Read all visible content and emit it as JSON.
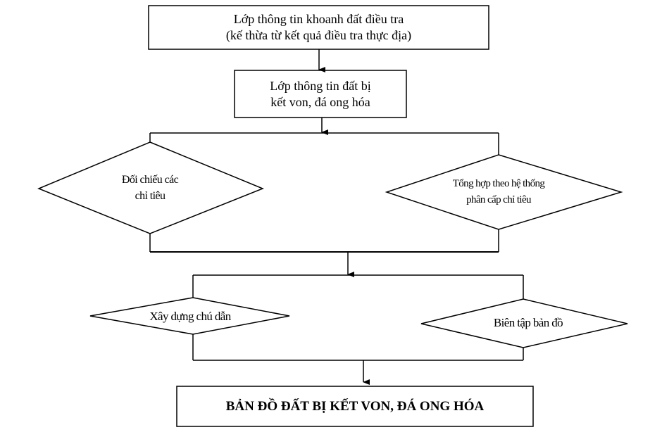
{
  "nodes": {
    "source_layer": {
      "line1": "Lớp thông tin khoanh đất điều tra",
      "line2": "(kế thừa từ kết quả điều tra thực địa)"
    },
    "laterite_layer": {
      "line1": "Lớp thông tin đất bị",
      "line2": "kết von, đá ong hóa"
    },
    "compare_criteria": {
      "line1": "Đối chiếu các",
      "line2": "chỉ tiêu"
    },
    "aggregate_hierarchy": {
      "line1": "Tổng hợp theo hệ thống",
      "line2": "phân cấp chỉ tiêu"
    },
    "build_legend": {
      "label": "Xây dựng chú dẫn"
    },
    "edit_map": {
      "label": "Biên tập bản đồ"
    },
    "final_map": {
      "label": "BẢN ĐỒ ĐẤT BỊ KẾT VON, ĐÁ ONG HÓA"
    }
  },
  "colors": {
    "stroke": "#000000",
    "background": "#ffffff"
  }
}
